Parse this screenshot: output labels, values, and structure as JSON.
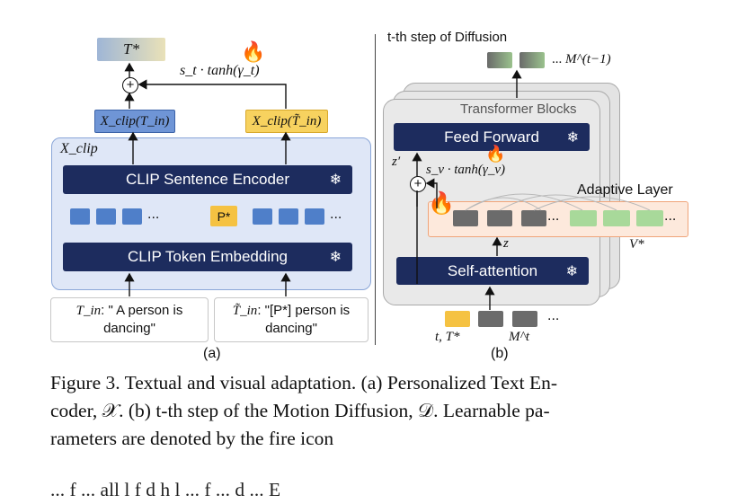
{
  "panel_a": {
    "output_label": "T*",
    "scale_label": "s_t · tanh(γ_t)",
    "feature_left": "X_clip(T_in)",
    "feature_right": "X_clip(T̃_in)",
    "encoder_label": "X_clip",
    "sentence_encoder": "CLIP Sentence Encoder",
    "token_embedding": "CLIP Token Embedding",
    "placeholder_token": "P*",
    "ellipsis": "...",
    "input_left_symbol": "T_in",
    "input_left_text": ": \" A person is dancing\"",
    "input_right_symbol": "T̃_in",
    "input_right_text": ": \"[P*] person is dancing\"",
    "sub_label": "(a)"
  },
  "panel_b": {
    "step_title": "t-th step of Diffusion",
    "output_label": "M^(t−1)",
    "blocks_title": "Transformer Blocks",
    "feed_forward": "Feed Forward",
    "self_attention": "Self-attention",
    "adaptive_layer": "Adaptive Layer",
    "z_prime": "z′",
    "z": "z",
    "scale_label": "s_v · tanh(γ_v)",
    "v_star": "V*",
    "input_t": "t, T*",
    "input_m": "M^t",
    "ellipsis": "...",
    "sub_label": "(b)"
  },
  "caption": {
    "line1": "Figure 3. Textual and visual adaptation. (a) Personalized Text En-",
    "line2": "coder, 𝒳. (b) t-th step of the Motion Diffusion, 𝒟. Learnable pa-",
    "line3": "rameters are denoted by the fire icon",
    "line4": "... f ... all l f d h l ... f ... d ... E"
  },
  "colors": {
    "navy": "#1d2c5e",
    "token_blue": "#4f7fc9",
    "token_yellow": "#f5c242",
    "encoder_bg": "#dfe7f7",
    "adaptive_bg": "#fde9dc",
    "adaptive_border": "#f0a57a",
    "green": "#a8d99a"
  },
  "icons": [
    "fire-icon",
    "snowflake-icon",
    "plus-circle-icon"
  ]
}
